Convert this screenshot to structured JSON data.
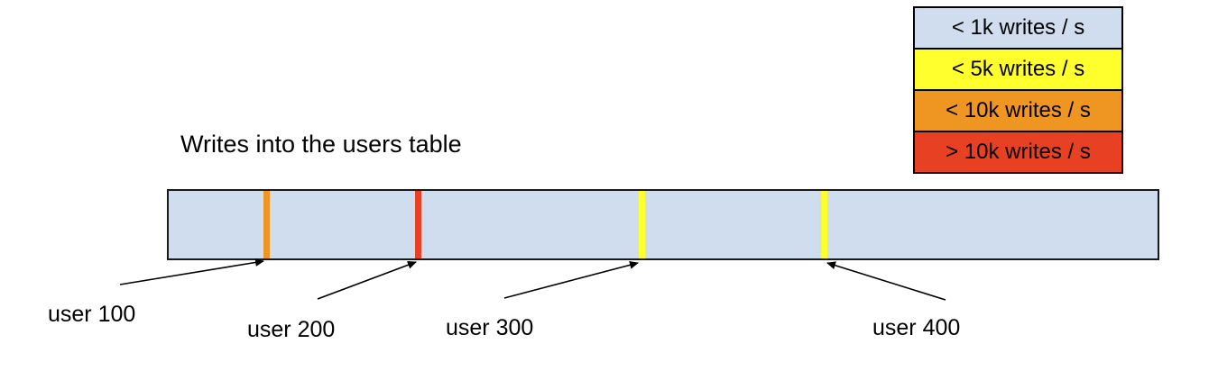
{
  "title": "Writes into the users table",
  "legend": {
    "items": [
      {
        "label": "< 1k writes / s",
        "color": "#cfddef"
      },
      {
        "label": "< 5k writes / s",
        "color": "#ffff2e"
      },
      {
        "label": "< 10k writes / s",
        "color": "#ef9522"
      },
      {
        "label": "> 10k writes / s",
        "color": "#e84023"
      }
    ]
  },
  "bar": {
    "fill": "#cfddef",
    "border_color": "#000000",
    "markers": [
      {
        "user": "user 100",
        "rate": "< 10k writes / s",
        "color": "#ef9522",
        "position_pct": 9.6
      },
      {
        "user": "user 200",
        "rate": "> 10k writes / s",
        "color": "#e84023",
        "position_pct": 24.9
      },
      {
        "user": "user 300",
        "rate": "< 5k writes / s",
        "color": "#ffff2e",
        "position_pct": 47.5
      },
      {
        "user": "user 400",
        "rate": "< 5k writes / s",
        "color": "#ffff2e",
        "position_pct": 66.0
      }
    ]
  }
}
